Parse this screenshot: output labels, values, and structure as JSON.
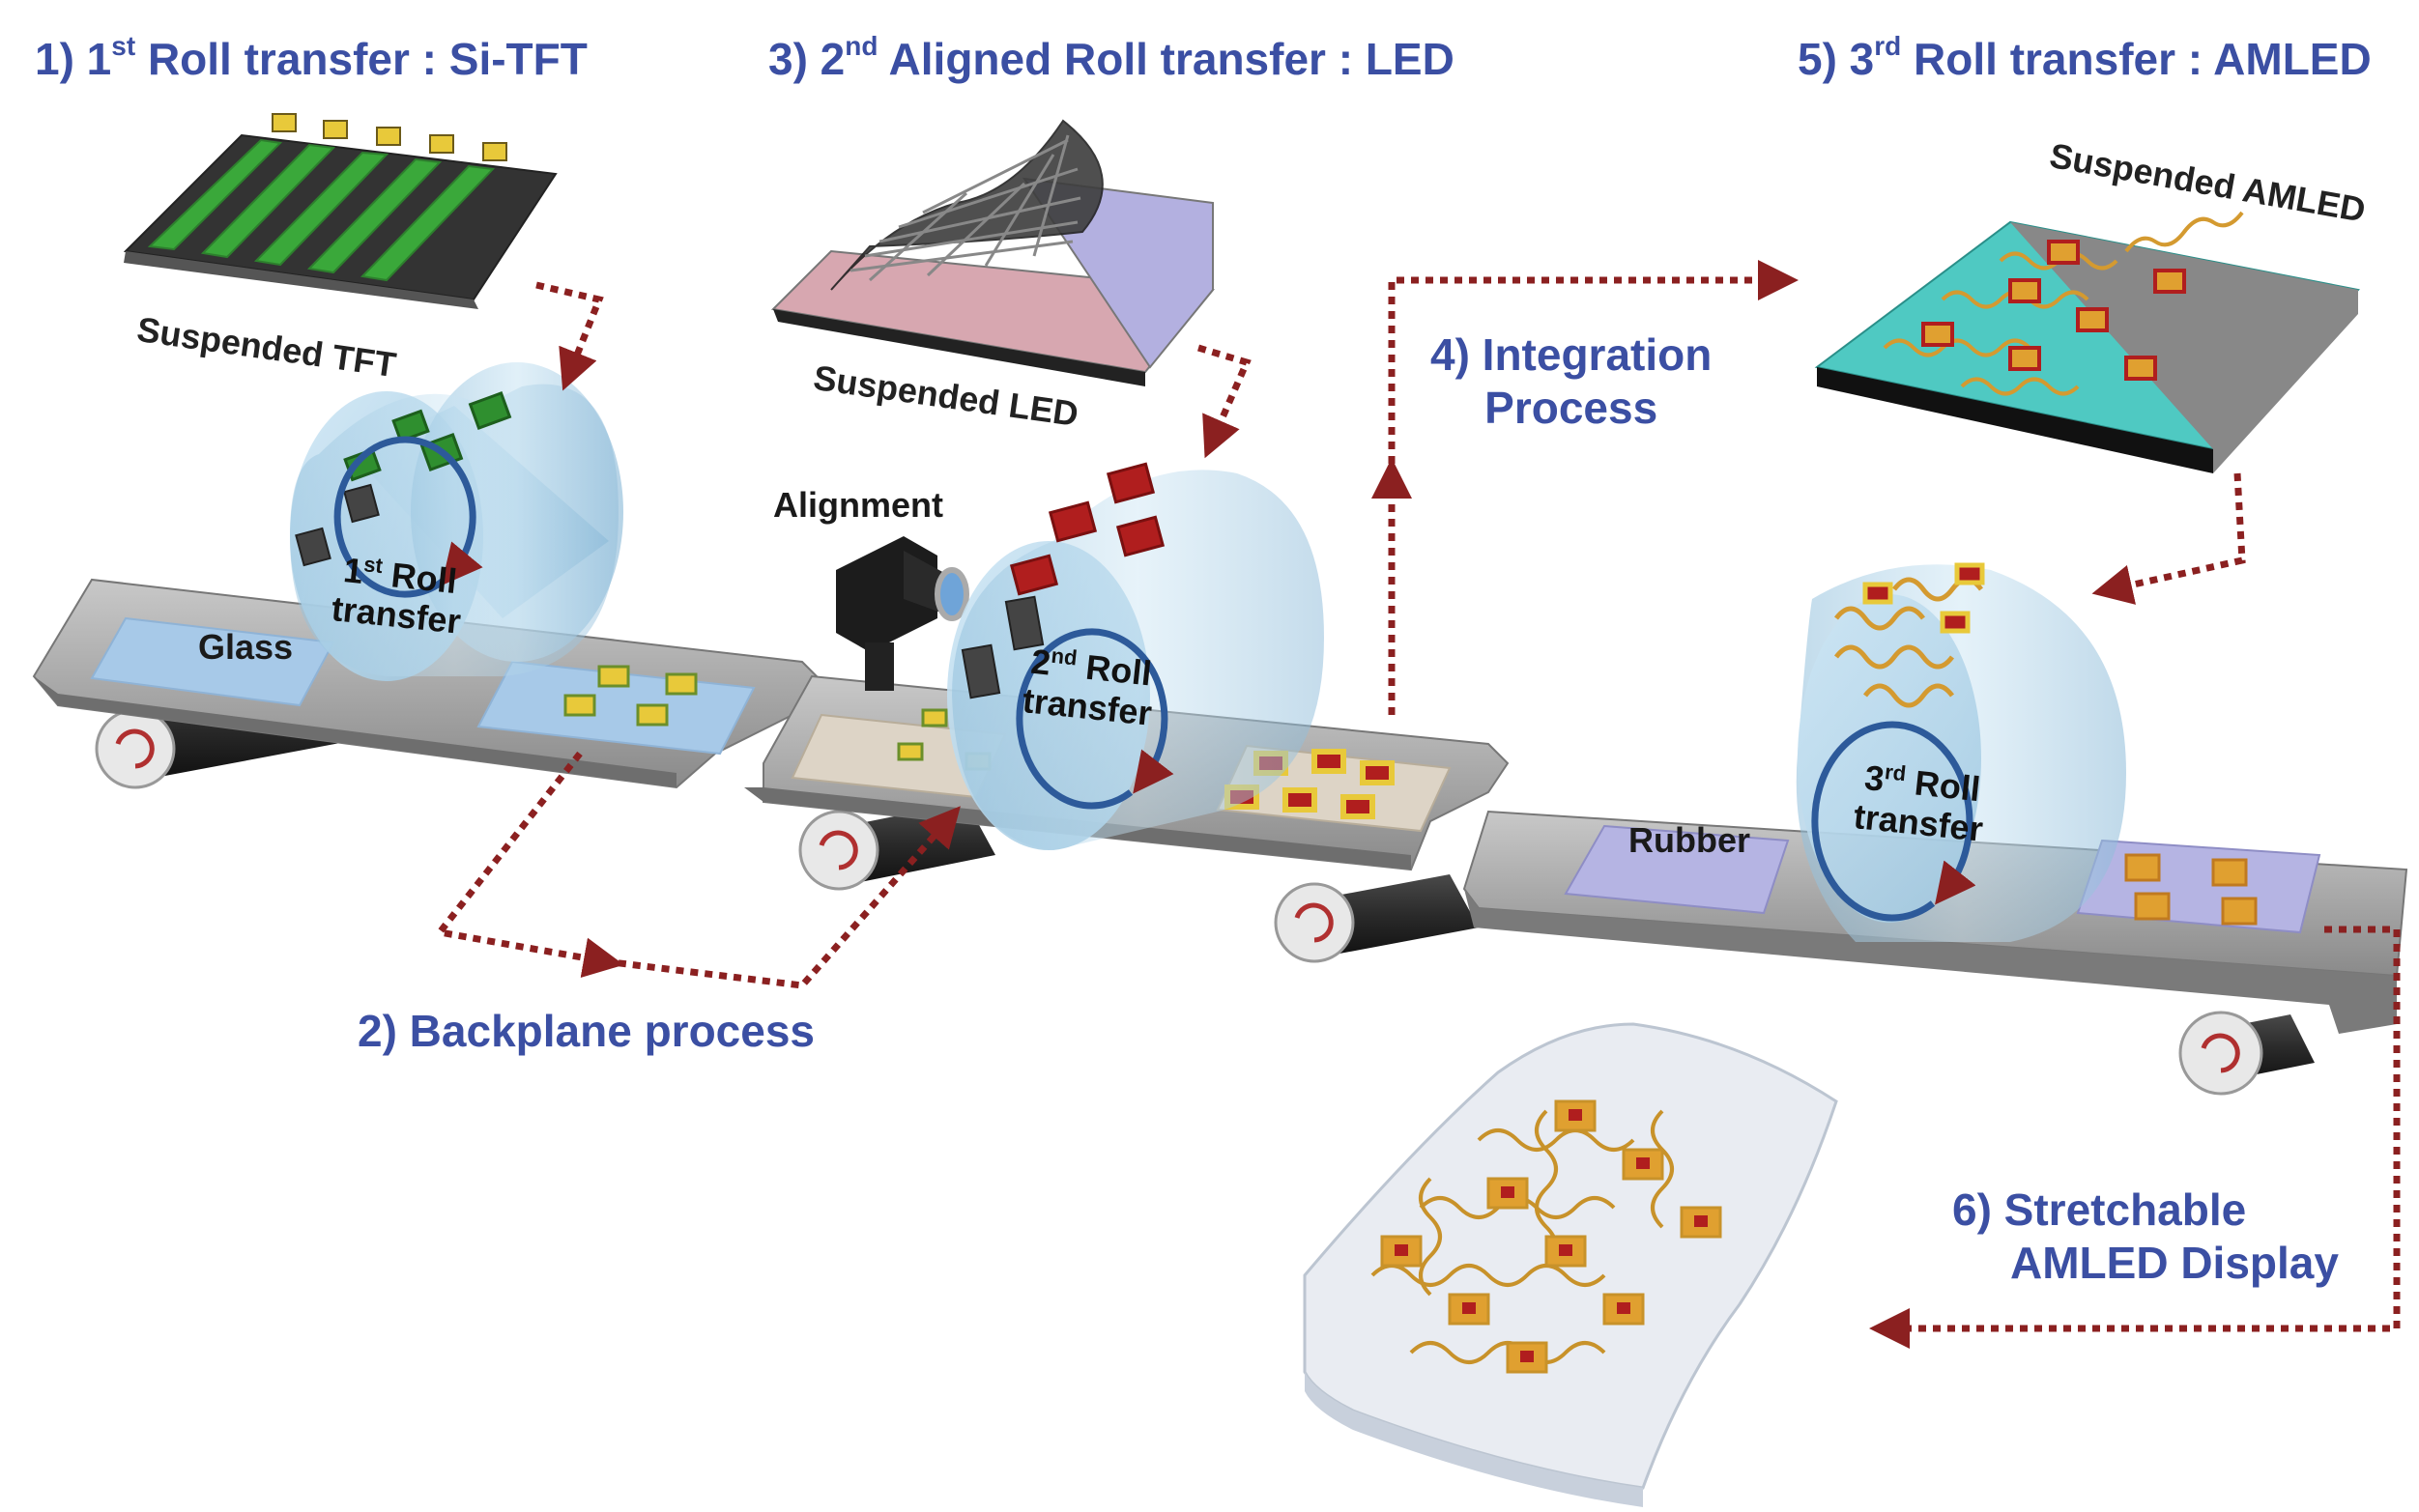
{
  "headings": {
    "step1": {
      "prefix": "1) 1",
      "sup": "st",
      "suffix": " Roll transfer : Si-TFT"
    },
    "step3": {
      "prefix": "3) 2",
      "sup": "nd",
      "suffix": " Aligned Roll transfer : LED"
    },
    "step5": {
      "prefix": "5) 3",
      "sup": "rd",
      "suffix": " Roll transfer : AMLED"
    }
  },
  "steps": {
    "step2": "2) Backplane process",
    "step4_line1": "4) Integration",
    "step4_line2": "Process",
    "step6_line1": "6) Stretchable",
    "step6_line2": "AMLED Display"
  },
  "labels": {
    "suspended_tft": "Suspended TFT",
    "suspended_led": "Suspended LED",
    "suspended_amled": "Suspended AMLED",
    "alignment": "Alignment",
    "glass": "Glass",
    "rubber": "Rubber"
  },
  "rolls": {
    "roll1": {
      "num": "1",
      "sup": "st",
      "word": " Roll",
      "line2": "transfer"
    },
    "roll2": {
      "num": "2",
      "sup": "nd",
      "word": " Roll",
      "line2": "transfer"
    },
    "roll3": {
      "num": "3",
      "sup": "rd",
      "word": " Roll",
      "line2": "transfer"
    }
  },
  "colors": {
    "heading_blue": "#3b4fa3",
    "arrow_red": "#8b2020",
    "roll_blue": "#a9cfe6",
    "tft_green": "#3aa83a",
    "led_red": "#b01e1e",
    "amled_teal": "#4fc9c2",
    "interconnect_gold": "#d9a23a"
  }
}
